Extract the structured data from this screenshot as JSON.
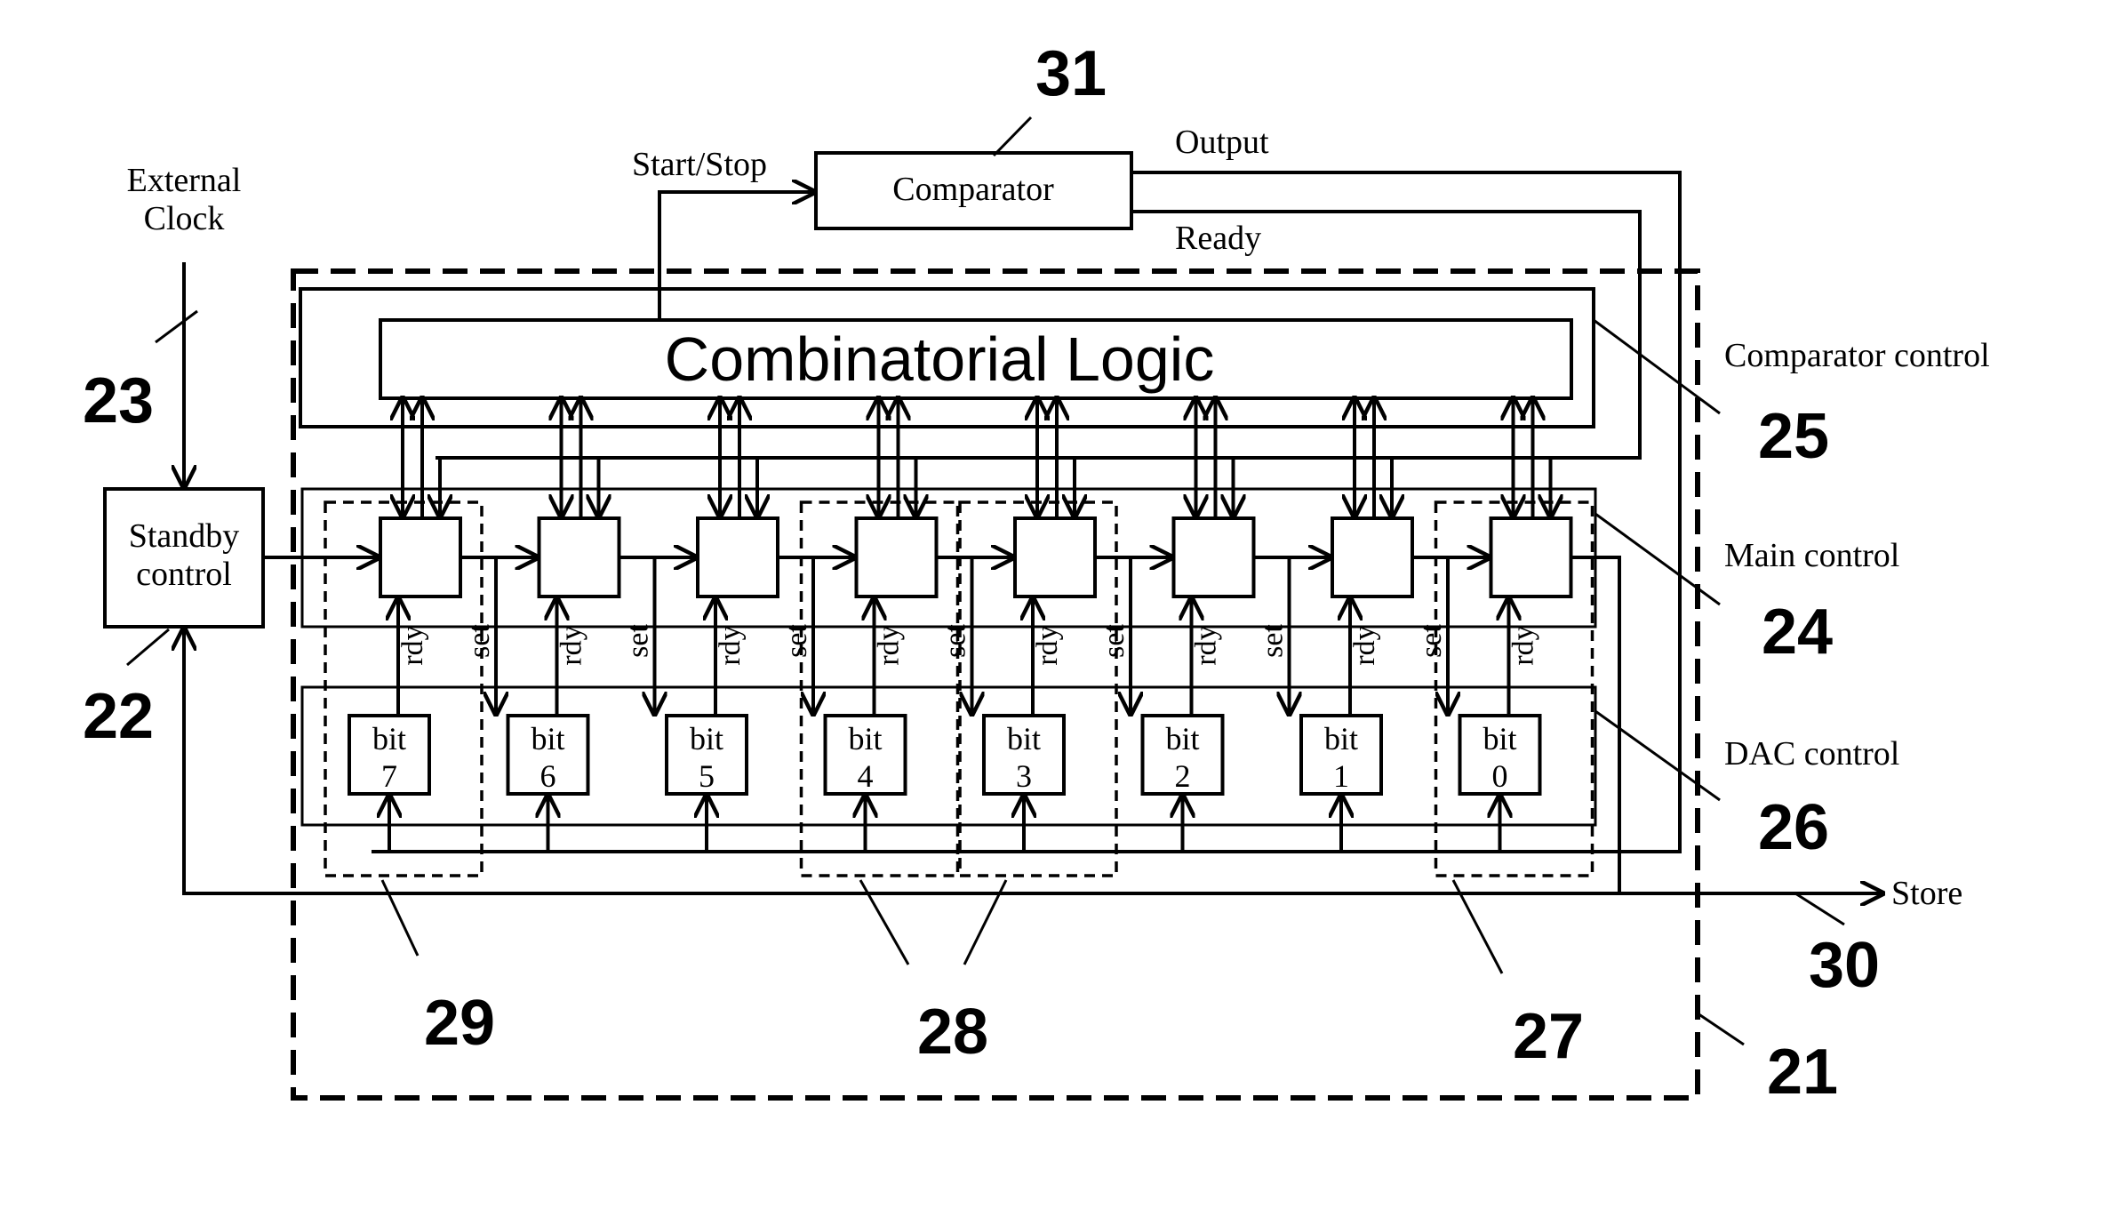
{
  "labels": {
    "external_clock_line1": "External",
    "external_clock_line2": "Clock",
    "start_stop": "Start/Stop",
    "comparator": "Comparator",
    "output": "Output",
    "ready": "Ready",
    "combinatorial_logic": "Combinatorial Logic",
    "comparator_control": "Comparator control",
    "main_control": "Main control",
    "dac_control": "DAC control",
    "standby_line1": "Standby",
    "standby_line2": "control",
    "store": "Store",
    "rdy": "rdy",
    "set": "set",
    "bit": "bit"
  },
  "bits": [
    "7",
    "6",
    "5",
    "4",
    "3",
    "2",
    "1",
    "0"
  ],
  "reference_numerals": {
    "n21": "21",
    "n22": "22",
    "n23": "23",
    "n24": "24",
    "n25": "25",
    "n26": "26",
    "n27": "27",
    "n28": "28",
    "n29": "29",
    "n30": "30",
    "n31": "31"
  }
}
